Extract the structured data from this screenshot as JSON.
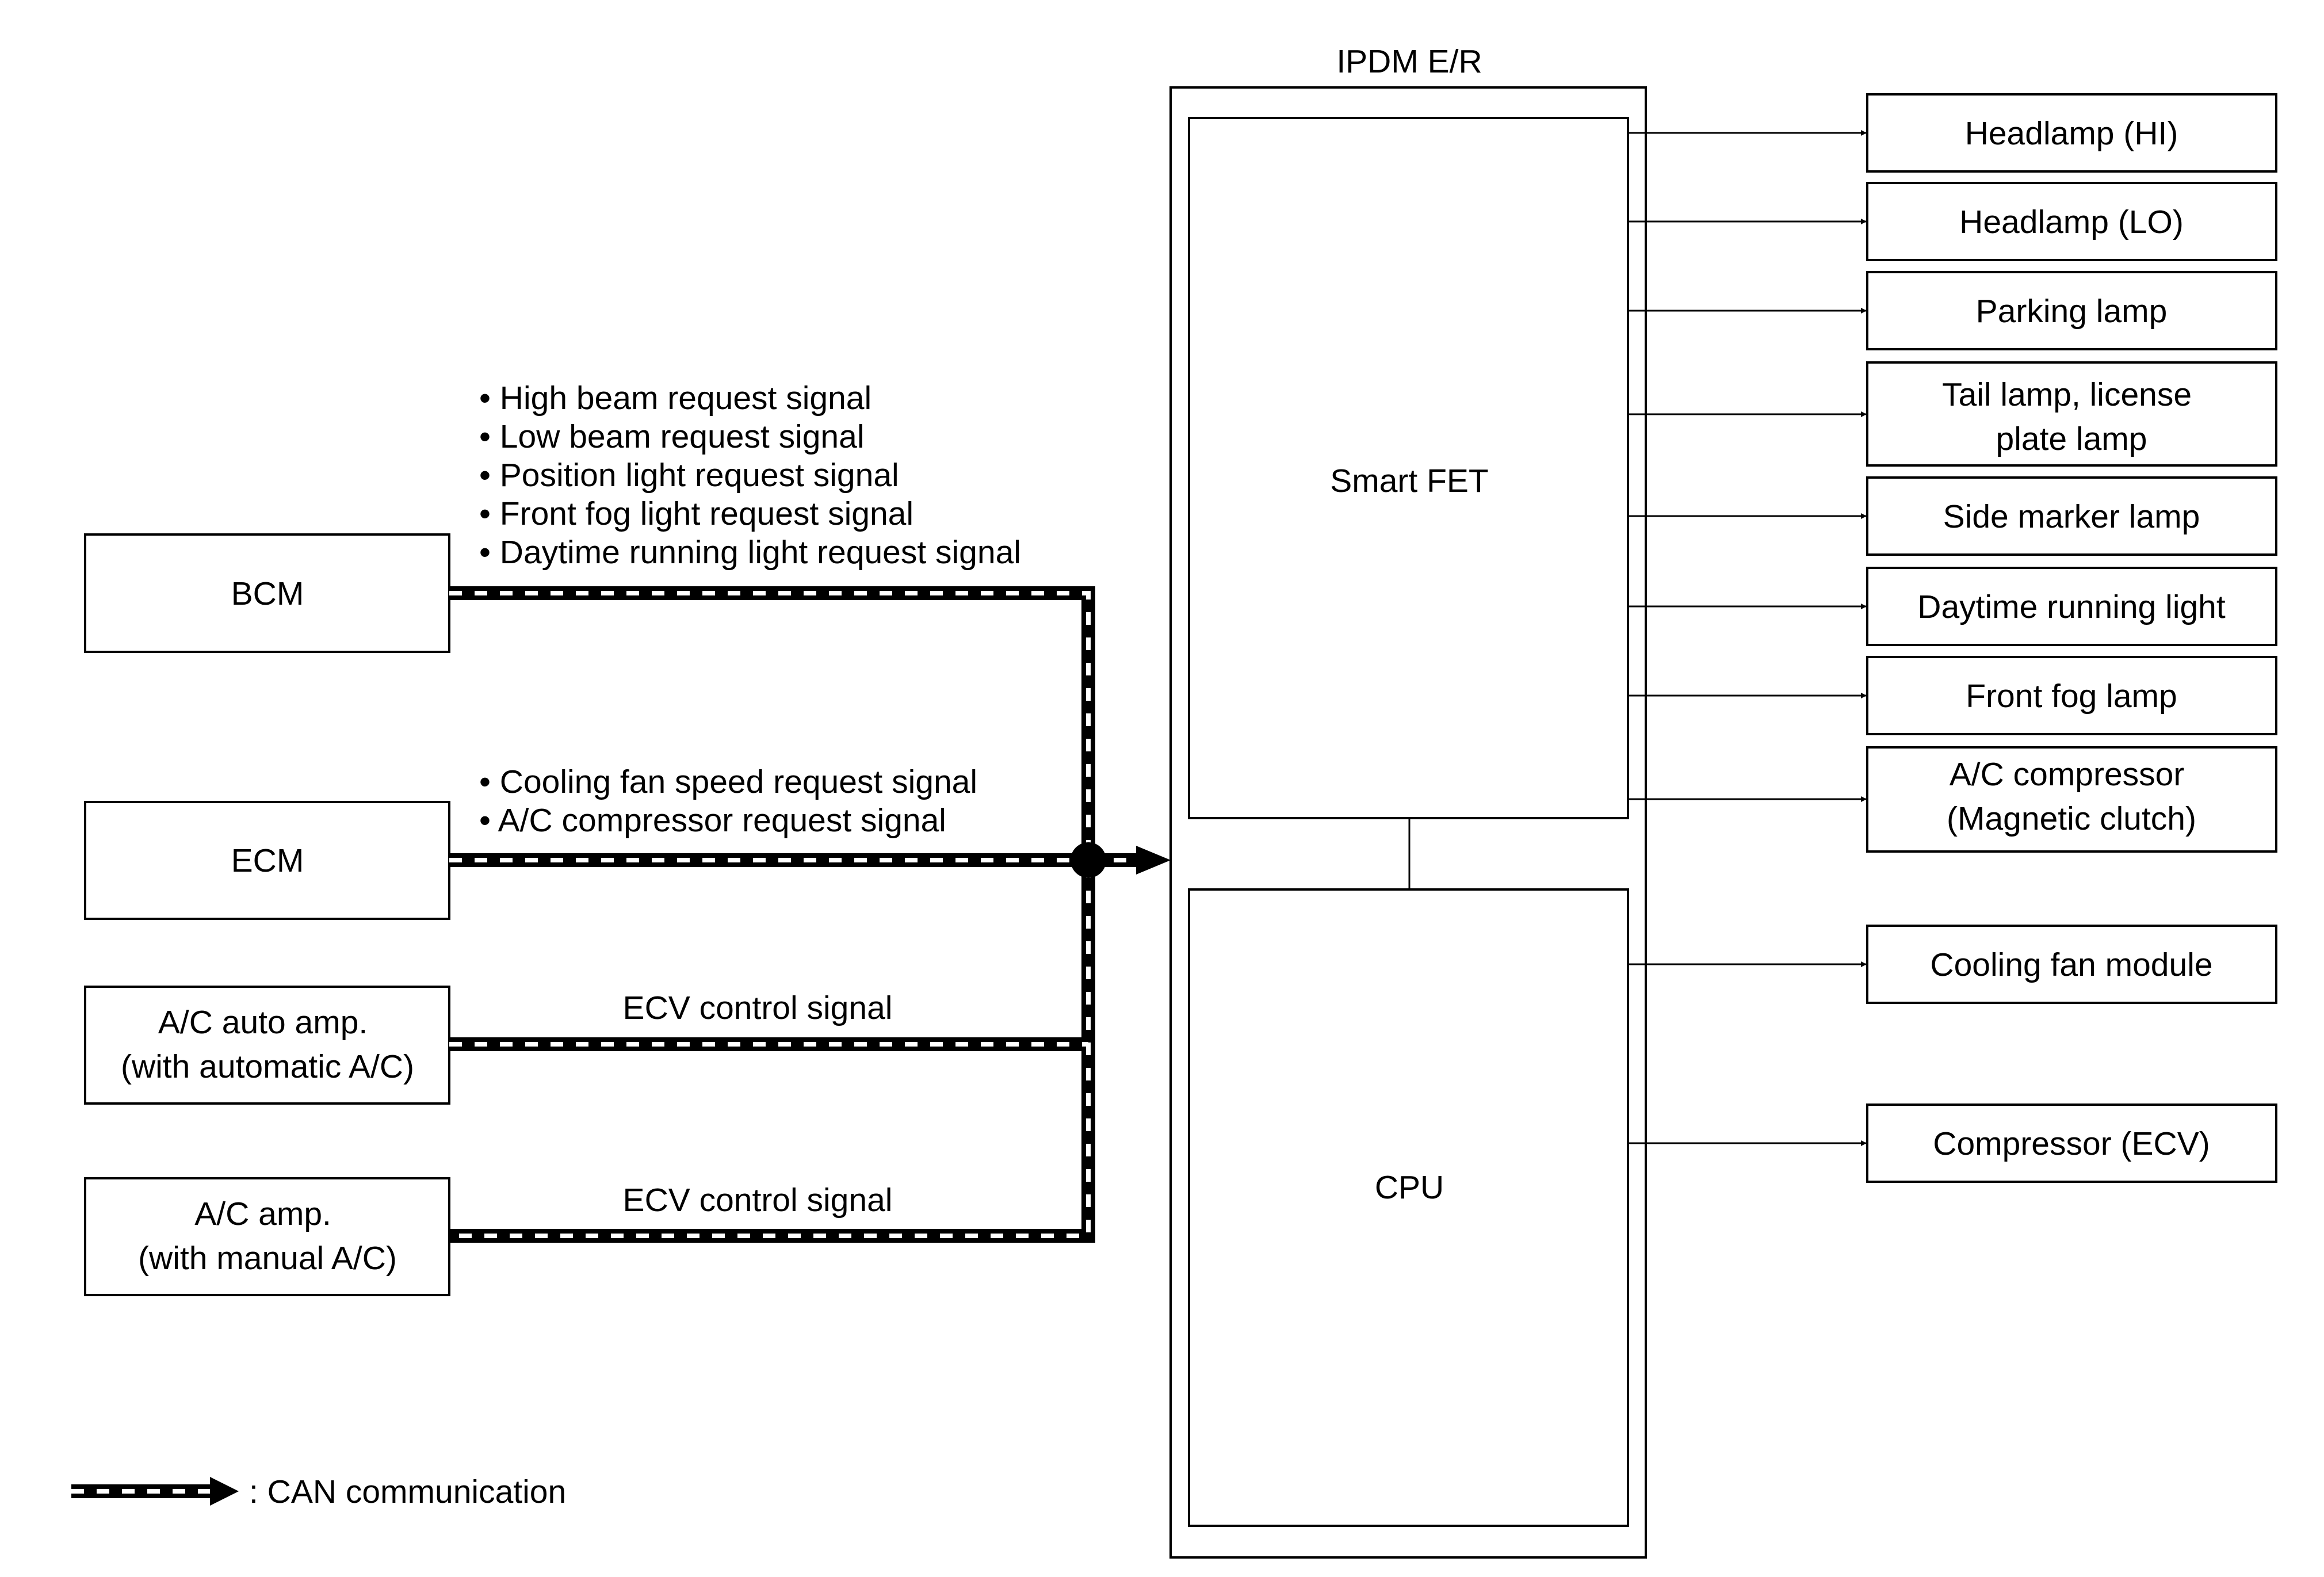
{
  "ipdm": {
    "title": "IPDM E/R",
    "smart_fet": "Smart FET",
    "cpu": "CPU"
  },
  "senders": {
    "bcm": "BCM",
    "ecm": "ECM",
    "ac_auto_amp": [
      "A/C auto amp.",
      "(with automatic A/C)"
    ],
    "ac_amp": [
      "A/C amp.",
      "(with manual A/C)"
    ]
  },
  "signals": {
    "bcm": [
      "• High beam request signal",
      "• Low beam request signal",
      "• Position light request signal",
      "• Front fog light request signal",
      "• Daytime running light request signal"
    ],
    "ecm": [
      "• Cooling fan speed request signal",
      "• A/C compressor request signal"
    ],
    "ac_auto_amp": "ECV control signal",
    "ac_amp": "ECV control signal"
  },
  "outputs": {
    "headlamp_hi": "Headlamp (HI)",
    "headlamp_lo": "Headlamp (LO)",
    "parking_lamp": "Parking lamp",
    "tail_lamp": [
      "Tail lamp, license",
      "plate lamp"
    ],
    "side_marker": "Side marker lamp",
    "drl": "Daytime running light",
    "front_fog": "Front fog lamp",
    "ac_compressor": [
      "A/C compressor",
      "(Magnetic clutch)"
    ],
    "cooling_fan": "Cooling fan module",
    "compressor_ecv": "Compressor (ECV)"
  },
  "legend": {
    "can": ": CAN communication"
  }
}
